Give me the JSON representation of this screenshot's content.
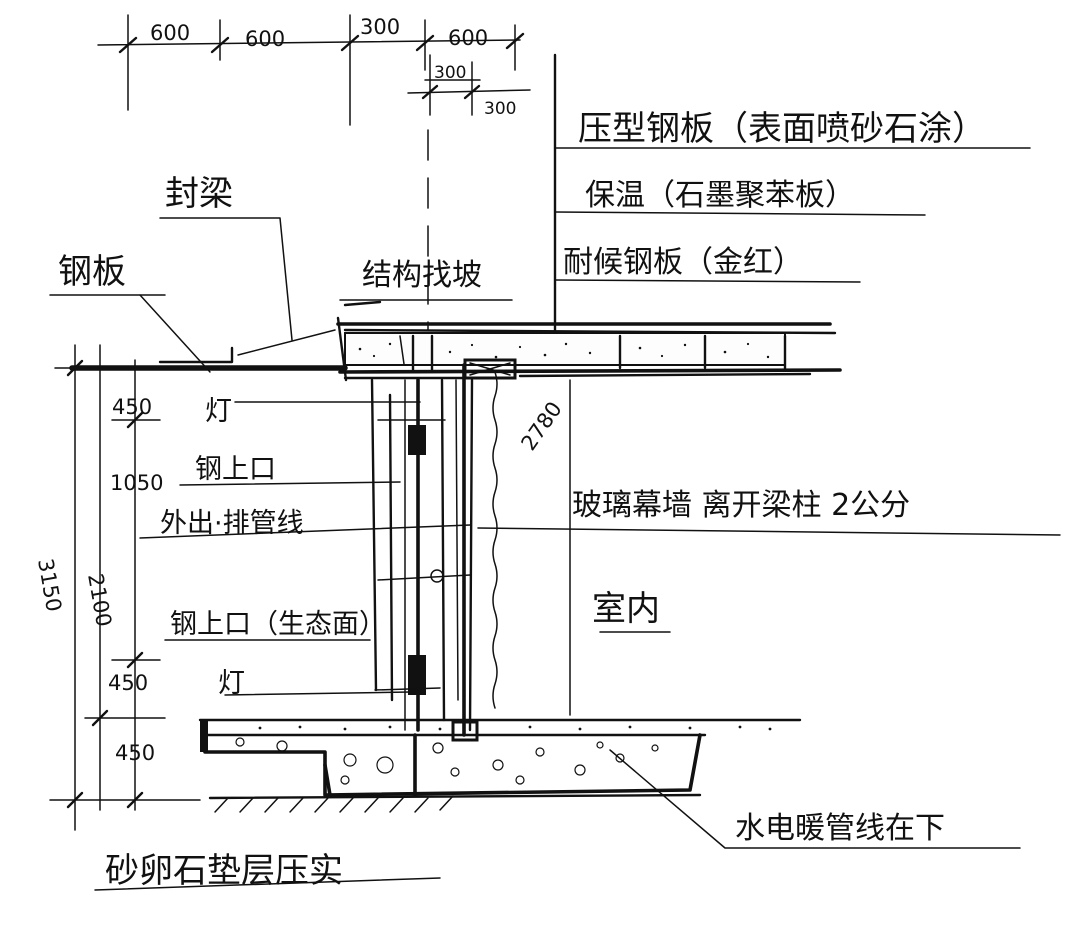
{
  "dimensions": {
    "top": [
      "600",
      "600",
      "300",
      "600"
    ],
    "sub_top": [
      "300",
      "300"
    ],
    "roof_to_floor": "2780",
    "total_height": "3150",
    "inner_height": "2100",
    "left_stack": [
      "450",
      "1050",
      "450",
      "450"
    ]
  },
  "labels": {
    "roof_panel": "压型钢板（表面喷砂石涂）",
    "insulation": "保温（石墨聚苯板）",
    "inner_panel": "耐候钢板（金红）",
    "beam_edge": "封梁",
    "steel_plate": "钢板",
    "structure_beam": "结构找坡",
    "lamp_upper": "灯",
    "steel_opening_upper": "钢上口",
    "exterior_pipes": "外出·排管线",
    "glass_curtain": "玻璃幕墙 离开梁柱 2公分",
    "interior": "室内",
    "steel_opening_lower": "钢上口（生态面）",
    "lamp_lower": "灯",
    "utilities": "水电暖管线在下",
    "foundation": "砂卵石垫层压实"
  }
}
